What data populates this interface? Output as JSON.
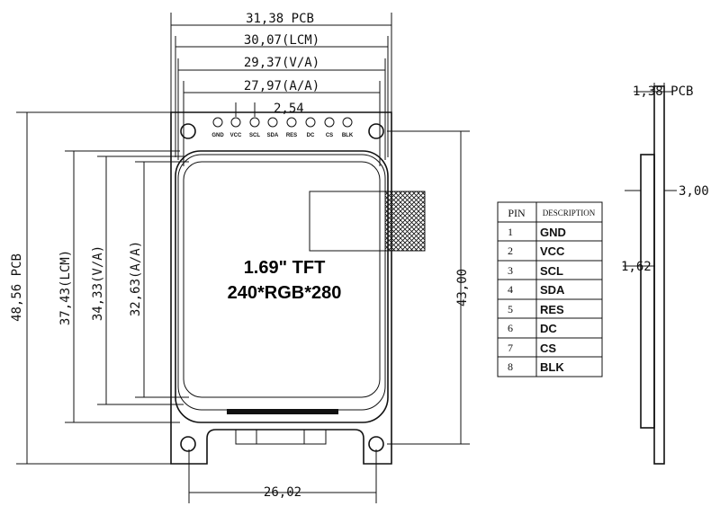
{
  "front_view": {
    "dim_pcb_width": "31,38 PCB",
    "dim_lcm_width": "30,07(LCM)",
    "dim_va_width": "29,37(V/A)",
    "dim_aa_width": "27,97(A/A)",
    "dim_pitch": "2,54",
    "dim_pcb_height": "48,56 PCB",
    "dim_lcm_height": "37,43(LCM)",
    "dim_va_height": "34,33(V/A)",
    "dim_aa_height": "32,63(A/A)",
    "dim_hole_height": "43,00",
    "dim_bottom_width": "26,02",
    "pin_labels": [
      "GND",
      "VCC",
      "SCL",
      "SDA",
      "RES",
      "DC",
      "CS",
      "BLK"
    ],
    "display_title": "1.69\" TFT",
    "display_resolution": "240*RGB*280"
  },
  "side_view": {
    "dim_pcb_thickness": "1,38 PCB",
    "dim_module_thickness": "3,00",
    "dim_side": "1,62"
  },
  "pin_table": {
    "header_pin": "PIN",
    "header_desc": "DESCRIPTION",
    "rows": [
      {
        "pin": "1",
        "desc": "GND"
      },
      {
        "pin": "2",
        "desc": "VCC"
      },
      {
        "pin": "3",
        "desc": "SCL"
      },
      {
        "pin": "4",
        "desc": "SDA"
      },
      {
        "pin": "5",
        "desc": "RES"
      },
      {
        "pin": "6",
        "desc": "DC"
      },
      {
        "pin": "7",
        "desc": "CS"
      },
      {
        "pin": "8",
        "desc": "BLK"
      }
    ]
  }
}
